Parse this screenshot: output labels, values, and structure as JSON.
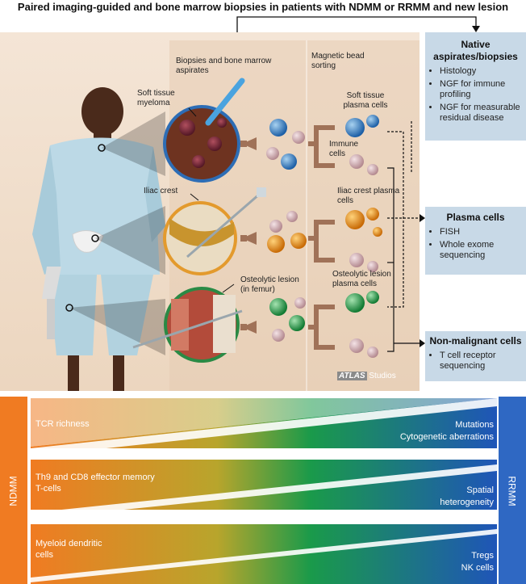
{
  "title": "Paired imaging-guided and bone marrow biopsies in patients with NDMM or RRMM and new lesion",
  "illustration": {
    "col1": "Biopsies and bone marrow aspirates",
    "col2": "Magnetic bead sorting",
    "soft_tissue": "Soft tissue myeloma",
    "iliac": "Iliac crest",
    "osteo": "Osteolytic lesion (in femur)",
    "soft_plasma": "Soft tissue plasma cells",
    "immune": "Immune cells",
    "iliac_plasma": "Iliac crest plasma cells",
    "osteo_plasma": "Osteolytic lesion plasma cells",
    "credit_a": "ATLAS",
    "credit_b": "Studios"
  },
  "boxes": {
    "native": {
      "title": "Native aspirates/biopsies",
      "items": [
        "Histology",
        "NGF for immune profiling",
        "NGF for measurable residual disease"
      ]
    },
    "plasma": {
      "title": "Plasma cells",
      "items": [
        "FISH",
        "Whole exome sequencing"
      ]
    },
    "nonmal": {
      "title": "Non-malignant cells",
      "items": [
        "T cell receptor sequencing"
      ]
    }
  },
  "gradient": {
    "left_label": "NDMM",
    "right_label": "RRMM",
    "rows": [
      {
        "left": "TCR richness",
        "right_1": "Mutations",
        "right_2": "Cytogenetic aberrations"
      },
      {
        "left": "Th9 and CD8 effector memory T-cells",
        "right_1": "Spatial",
        "right_2": "heterogeneity"
      },
      {
        "left": "Myeloid dendritic cells",
        "right_1": "Tregs",
        "right_2": "NK cells"
      }
    ]
  },
  "colors": {
    "ndmm": "#f07b22",
    "rrmm": "#2f68c3",
    "mid": "#1a9a4a",
    "box": "#c8d9e7"
  }
}
